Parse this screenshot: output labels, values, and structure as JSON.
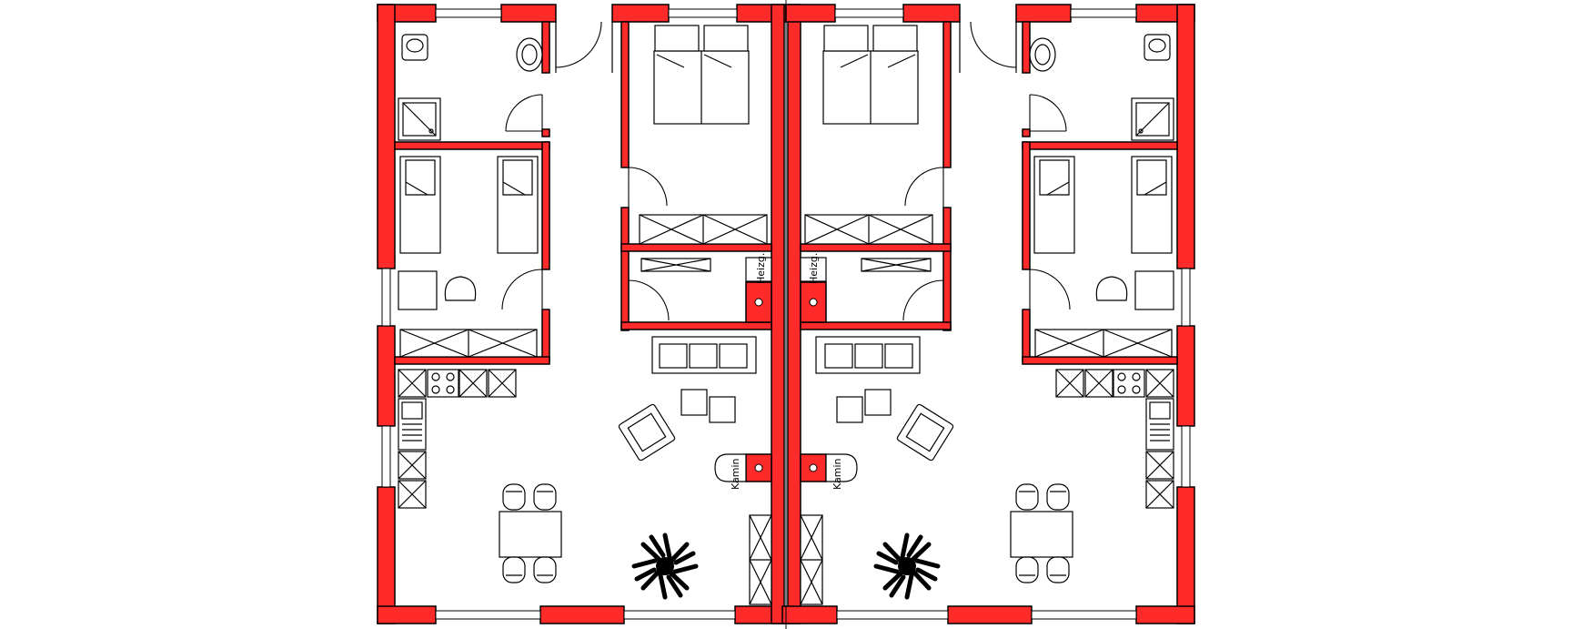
{
  "labels": {
    "heating_left": "Heizg.",
    "heating_right": "Heizg.",
    "fireplace_left": "Kamin",
    "fireplace_right": "Kamin"
  },
  "colors": {
    "wall": "#ff2a2a",
    "line": "#000000",
    "background": "#ffffff"
  }
}
